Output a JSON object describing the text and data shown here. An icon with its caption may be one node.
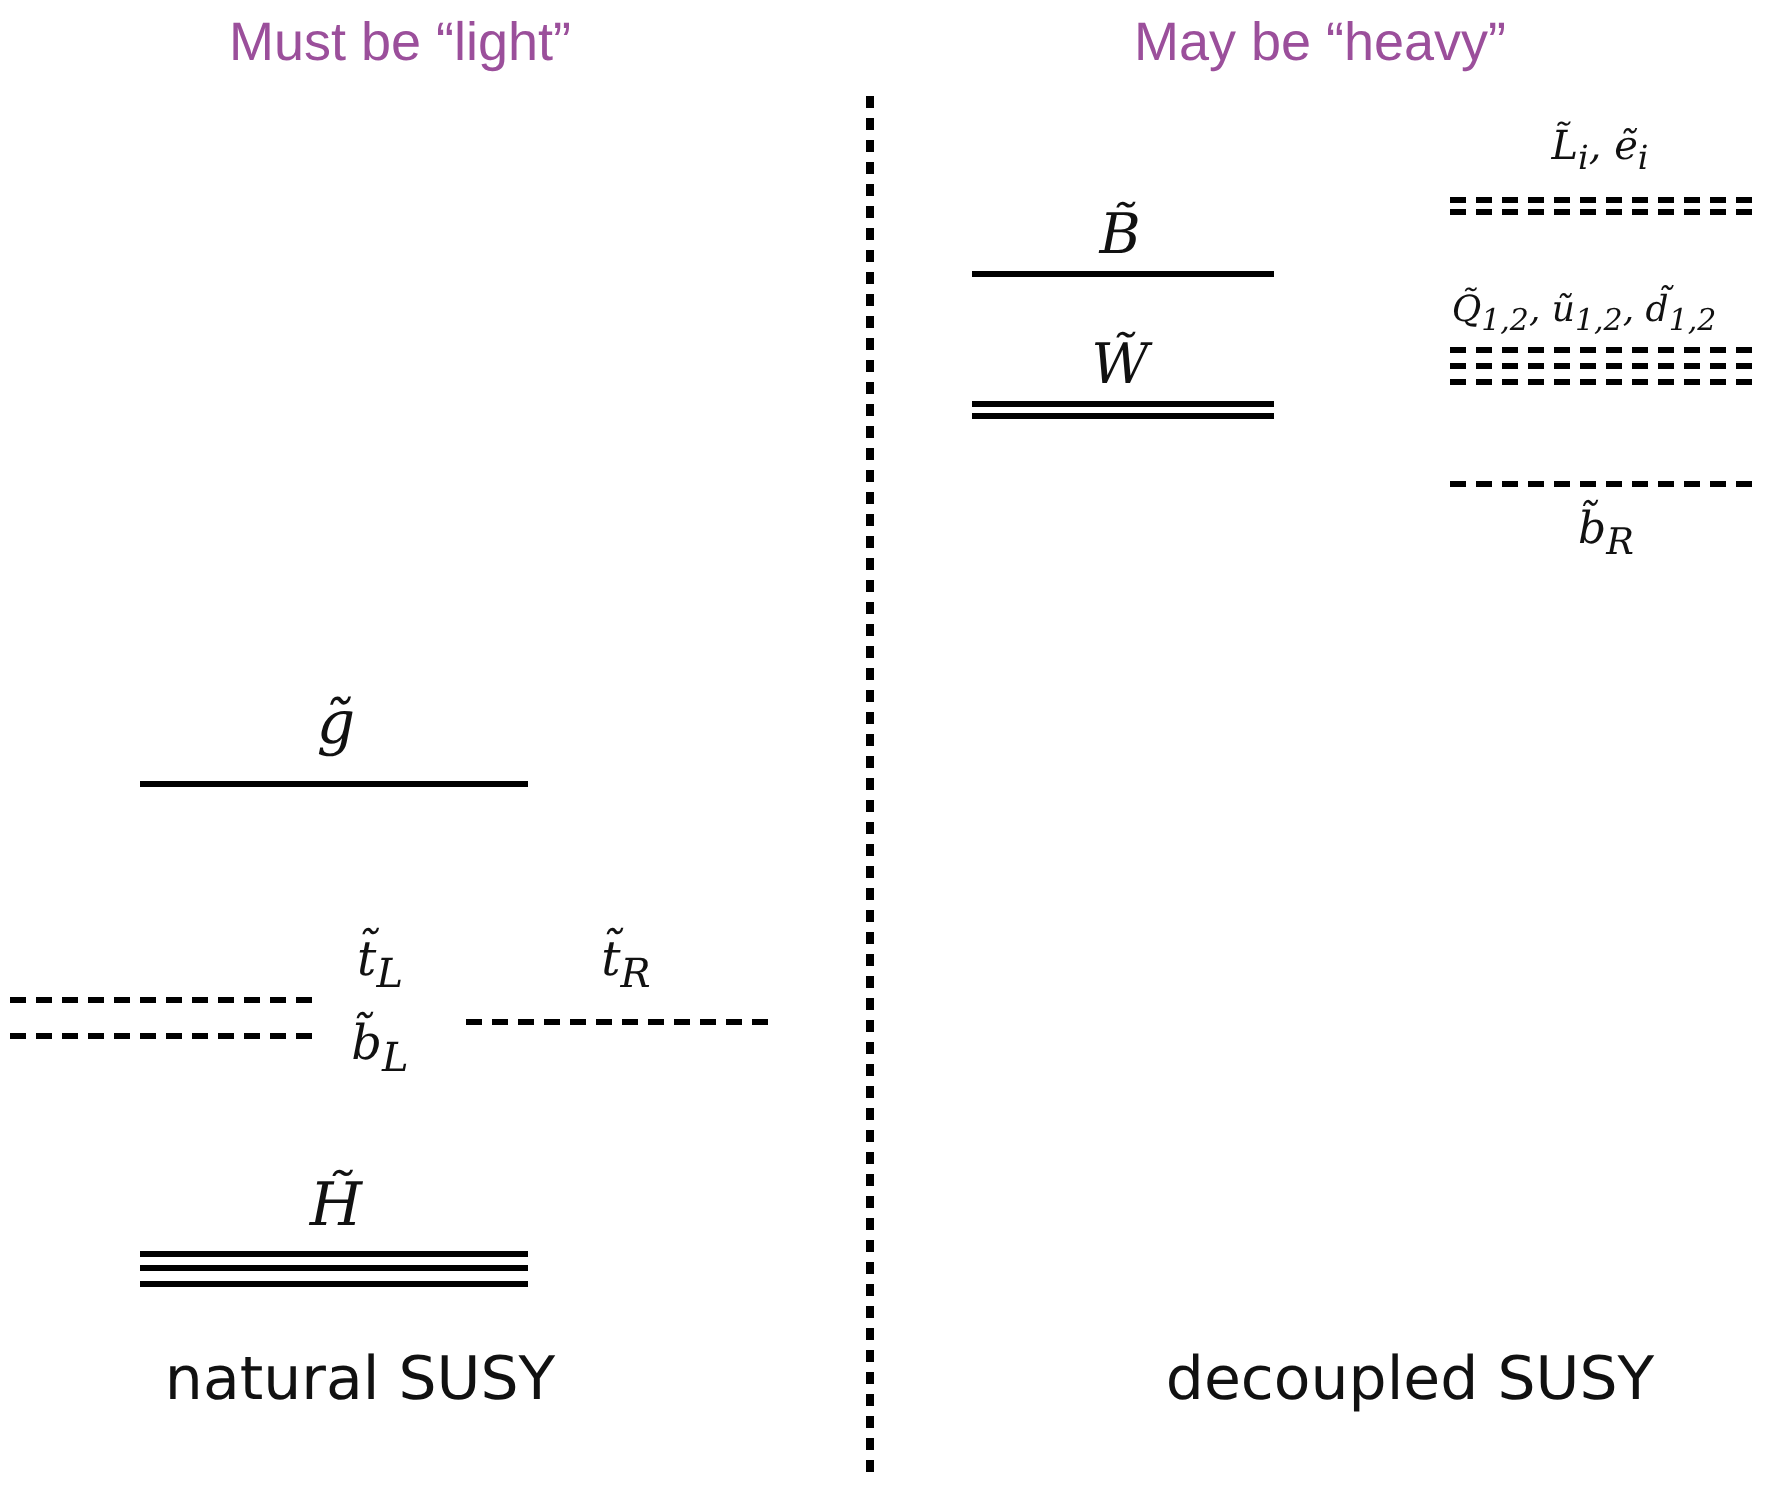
{
  "diagram": {
    "labels": [
      "Must be “light”",
      "May be “heavy”",
      "L̃$_{i}$, ẽ$_{i}$",
      "B̃",
      "Q̃$_{1,2}$, ũ$_{1,2}$, d̃$_{1,2}$",
      "W̃",
      "b̃$_{R}$",
      "g̃",
      "t̃$_{L}$",
      "t̃$_{R}$",
      "b̃$_{L}$",
      "H̃",
      "natural SUSY",
      "decoupled SUSY"
    ]
  }
}
